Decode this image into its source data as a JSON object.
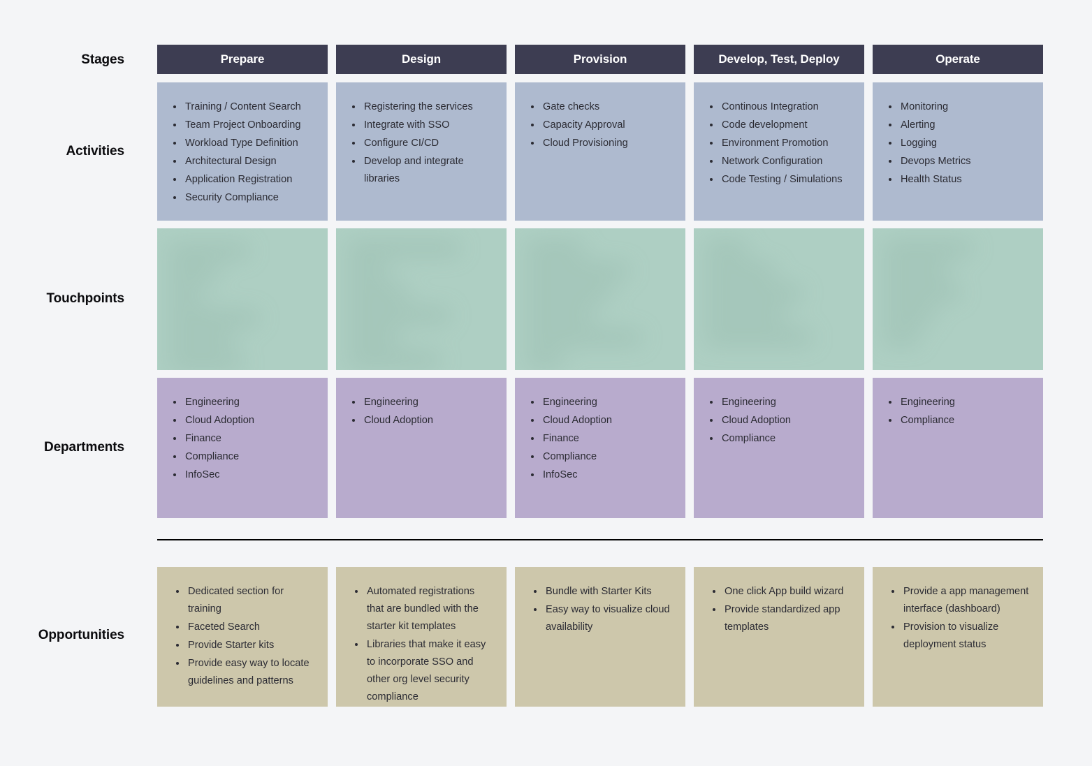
{
  "colors": {
    "background": "#f4f5f7",
    "stage_header_bg": "#3d3d52",
    "stage_header_text": "#ffffff",
    "activities_bg": "#aebacf",
    "touchpoints_bg": "#aecfc3",
    "departments_bg": "#b8abcd",
    "opportunities_bg": "#cdc7ab",
    "divider": "#000000",
    "body_text": "#2b2b33",
    "row_label_text": "#0b0b0e"
  },
  "row_labels": {
    "stages": "Stages",
    "activities": "Activities",
    "touchpoints": "Touchpoints",
    "departments": "Departments",
    "opportunities": "Opportunities"
  },
  "stages": [
    {
      "label": "Prepare"
    },
    {
      "label": "Design"
    },
    {
      "label": "Provision"
    },
    {
      "label": "Develop, Test, Deploy"
    },
    {
      "label": "Operate"
    }
  ],
  "activities": [
    [
      "Training / Content Search",
      "Team Project Onboarding",
      "Workload Type Definition",
      "Architectural Design",
      "Application Registration",
      "Security Compliance"
    ],
    [
      "Registering the services",
      "Integrate with SSO",
      "Configure CI/CD",
      "Develop and integrate libraries"
    ],
    [
      "Gate checks",
      "Capacity Approval",
      "Cloud Provisioning"
    ],
    [
      "Continous Integration",
      "Code development",
      "Environment Promotion",
      "Network Configuration",
      "Code Testing / Simulations"
    ],
    [
      "Monitoring",
      "Alerting",
      "Logging",
      "Devops Metrics",
      "Health Status"
    ]
  ],
  "touchpoints": {
    "redacted": true,
    "note": "Touchpoints row content is blurred / illegible in the source image",
    "cells": [
      [
        "",
        "",
        "",
        "",
        "",
        ""
      ],
      [
        "",
        "",
        "",
        "",
        "",
        ""
      ],
      [
        "",
        "",
        "",
        "",
        "",
        ""
      ],
      [
        "",
        "",
        "",
        "",
        ""
      ],
      [
        "",
        "",
        "",
        "",
        ""
      ]
    ]
  },
  "departments": [
    [
      "Engineering",
      "Cloud Adoption",
      "Finance",
      "Compliance",
      "InfoSec"
    ],
    [
      "Engineering",
      "Cloud Adoption"
    ],
    [
      "Engineering",
      "Cloud Adoption",
      "Finance",
      "Compliance",
      "InfoSec"
    ],
    [
      "Engineering",
      "Cloud Adoption",
      "Compliance"
    ],
    [
      "Engineering",
      "Compliance"
    ]
  ],
  "opportunities": [
    [
      "Dedicated section for training",
      "Faceted Search",
      "Provide Starter kits",
      "Provide easy way to locate guidelines and patterns"
    ],
    [
      "Automated registrations that are bundled with the starter kit templates",
      "Libraries that make it easy to incorporate SSO and other org level security compliance"
    ],
    [
      "Bundle with Starter Kits",
      "Easy way to visualize cloud availability"
    ],
    [
      "One click App build wizard",
      "Provide standardized app templates"
    ],
    [
      "Provide a app management interface (dashboard)",
      "Provision to visualize deployment status"
    ]
  ]
}
